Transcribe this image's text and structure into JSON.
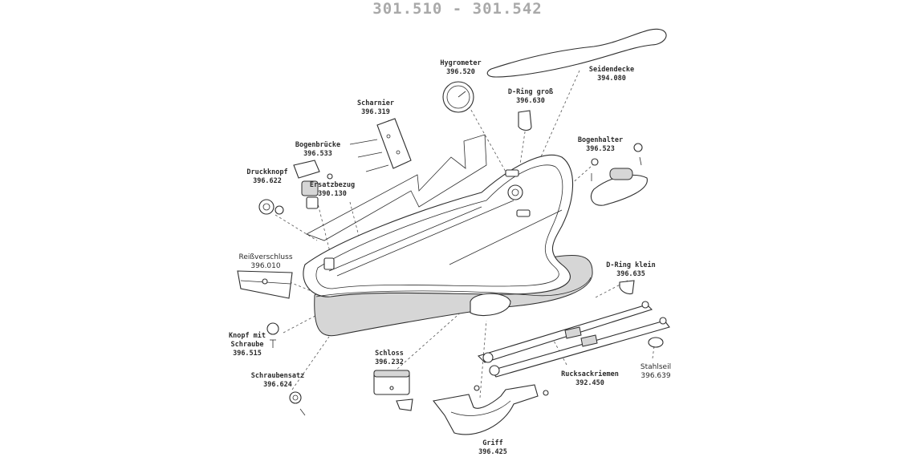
{
  "title": "301.510 - 301.542",
  "parts": {
    "hygrometer": {
      "name": "Hygrometer",
      "number": "396.520"
    },
    "seidendecke": {
      "name": "Seidendecke",
      "number": "394.080"
    },
    "d_ring_gross": {
      "name": "D-Ring groß",
      "number": "396.630"
    },
    "scharnier": {
      "name": "Scharnier",
      "number": "396.319"
    },
    "bogenhalter": {
      "name": "Bogenhalter",
      "number": "396.523"
    },
    "bogenbruecke": {
      "name": "Bogenbrücke",
      "number": "396.533"
    },
    "druckknopf": {
      "name": "Druckknopf",
      "number": "396.622"
    },
    "ersatzbezug": {
      "name": "Ersatzbezug",
      "number": "390.130"
    },
    "reissverschluss": {
      "name": "Reißverschluss",
      "number": "396.010"
    },
    "d_ring_klein": {
      "name": "D-Ring klein",
      "number": "396.635"
    },
    "knopf_mit_schraube": {
      "name_line1": "Knopf mit",
      "name_line2": "Schraube",
      "number": "396.515"
    },
    "schloss": {
      "name": "Schloss",
      "number": "396.232"
    },
    "schraubensatz": {
      "name": "Schraubensatz",
      "number": "396.624"
    },
    "rucksackriemen": {
      "name": "Rucksackriemen",
      "number": "392.450"
    },
    "stahlseil": {
      "name": "Stahlseil",
      "number": "396.639"
    },
    "griff": {
      "name": "Griff",
      "number": "396.425"
    }
  }
}
